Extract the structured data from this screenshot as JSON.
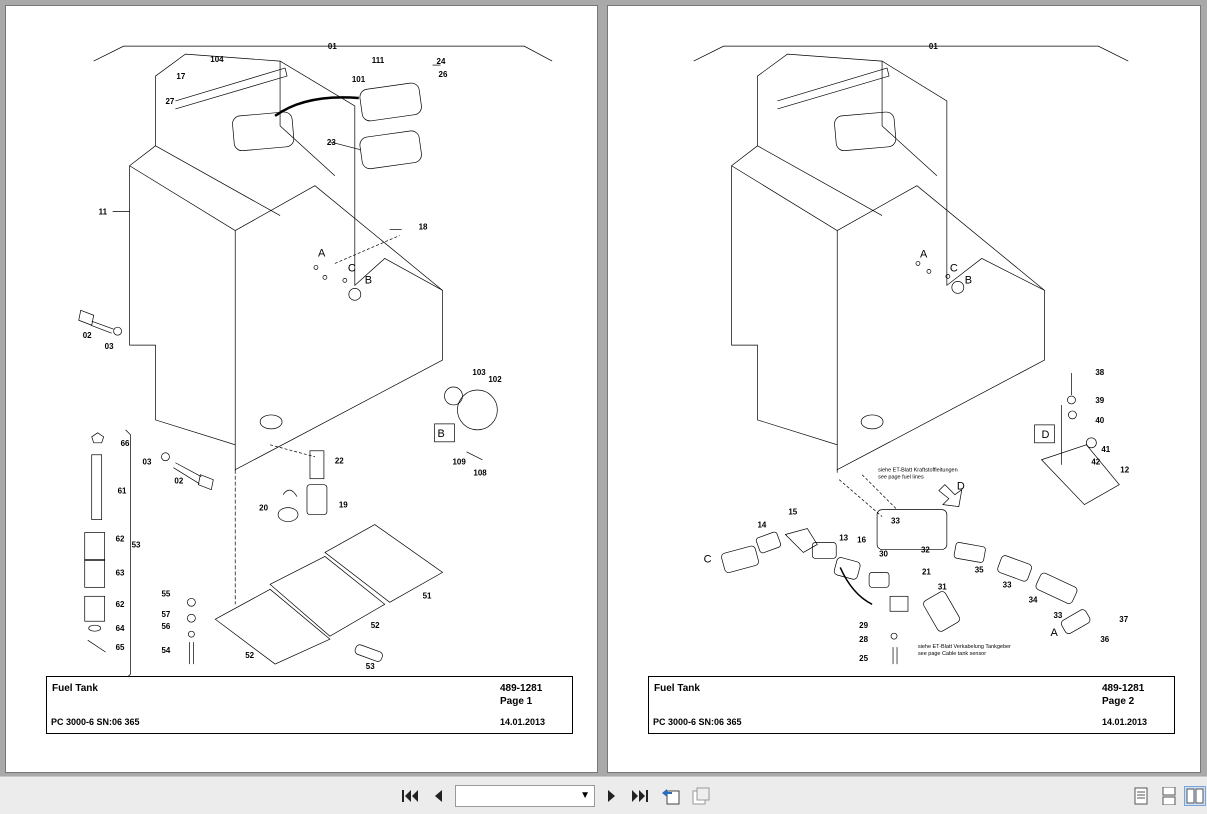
{
  "pages": [
    {
      "title_block": {
        "title": "Fuel Tank",
        "part_number": "489-1281",
        "page": "Page 1",
        "model": "PC 3000-6 SN:06 365",
        "date": "14.01.2013"
      },
      "group_label": "01",
      "callouts": [
        "104",
        "17",
        "111",
        "24",
        "101",
        "26",
        "27",
        "23",
        "11",
        "18",
        "A",
        "C",
        "B",
        "02",
        "03",
        "103",
        "102",
        "B",
        "66",
        "109",
        "108",
        "03",
        "02",
        "22",
        "61",
        "20",
        "19",
        "62",
        "53",
        "63",
        "62",
        "55",
        "57",
        "56",
        "64",
        "54",
        "65",
        "51",
        "52",
        "52",
        "53"
      ]
    },
    {
      "title_block": {
        "title": "Fuel Tank",
        "part_number": "489-1281",
        "page": "Page 2",
        "model": "PC 3000-6 SN:06 365",
        "date": "14.01.2013"
      },
      "group_label": "01",
      "notes": {
        "fuel_lines_de": "siehe ET-Blatt Kraftstoffleitungen",
        "fuel_lines_en": "see page fuel lines",
        "sensor_de": "siehe ET-Blatt Verkabelung Tankgeber",
        "sensor_en": "see page Cable tank sensor"
      },
      "callouts": [
        "A",
        "C",
        "B",
        "38",
        "39",
        "40",
        "D",
        "41",
        "42",
        "12",
        "D",
        "33",
        "15",
        "14",
        "13",
        "16",
        "32",
        "C",
        "30",
        "21",
        "35",
        "33",
        "34",
        "33",
        "37",
        "31",
        "29",
        "A",
        "36",
        "28",
        "25"
      ]
    }
  ],
  "toolbar": {
    "page_select_value": "",
    "icons": [
      "first-page-icon",
      "previous-page-icon",
      "next-page-icon",
      "last-page-icon",
      "go-back-view-icon",
      "go-forward-view-icon",
      "single-page-view-icon",
      "continuous-view-icon",
      "two-page-view-icon"
    ]
  }
}
